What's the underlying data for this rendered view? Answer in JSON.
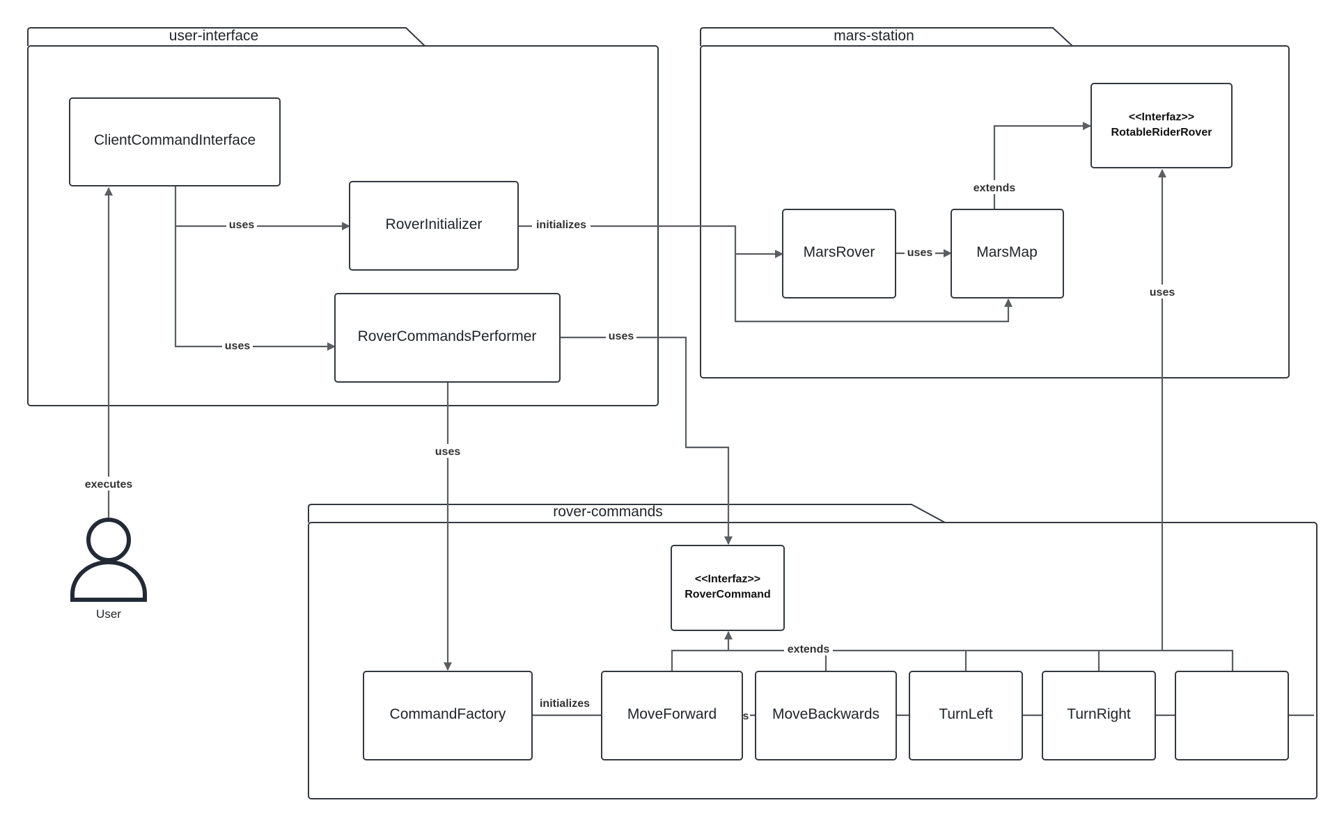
{
  "packages": {
    "user_interface": "user-interface",
    "mars_station": "mars-station",
    "rover_commands": "rover-commands"
  },
  "classes": {
    "client_command_interface": "ClientCommandInterface",
    "rover_initializer": "RoverInitializer",
    "rover_commands_performer": "RoverCommandsPerformer",
    "mars_rover": "MarsRover",
    "mars_map": "MarsMap",
    "rotable_rider_rover_stereotype": "<<Interfaz>>",
    "rotable_rider_rover": "RotableRiderRover",
    "rover_command_stereotype": "<<Interfaz>>",
    "rover_command": "RoverCommand",
    "command_factory": "CommandFactory",
    "move_forward": "MoveForward",
    "move_backwards": "MoveBackwards",
    "turn_left": "TurnLeft",
    "turn_right": "TurnRight"
  },
  "actor": {
    "label": "User"
  },
  "relations": {
    "uses_1": "uses",
    "uses_2": "uses",
    "initializes_1": "initializes",
    "uses_3": "uses",
    "uses_4": "uses",
    "uses_5": "uses",
    "extends_1": "extends",
    "uses_6": "uses",
    "executes": "executes",
    "initializes_2": "initializes",
    "extends_2": "extends",
    "fragment_s": "s"
  },
  "colors": {
    "border": "#333840",
    "edge": "#5a5d62",
    "actor": "#232a36"
  }
}
